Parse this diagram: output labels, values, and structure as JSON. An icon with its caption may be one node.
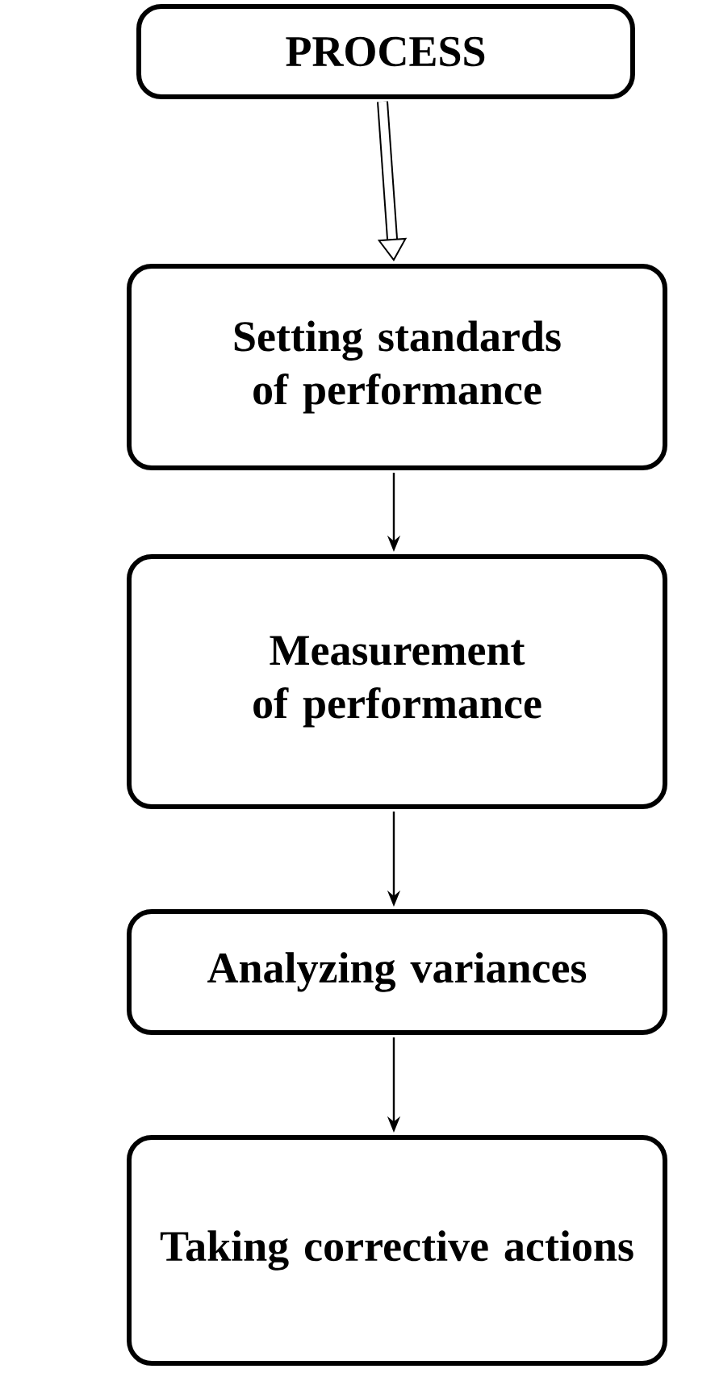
{
  "diagram": {
    "nodes": [
      {
        "text": [
          "PROCESS"
        ]
      },
      {
        "text": [
          "Setting standards of performance"
        ]
      },
      {
        "text": [
          "Measurement of performance"
        ]
      },
      {
        "text": [
          "Analyzing variances"
        ]
      },
      {
        "text": [
          "Taking corrective actions"
        ]
      }
    ],
    "edges": [
      {
        "from": 0,
        "to": 1,
        "arrow": "to",
        "style": "thick"
      },
      {
        "from": 1,
        "to": 2,
        "arrow": "to"
      },
      {
        "from": 2,
        "to": 3,
        "arrow": "to"
      },
      {
        "from": 3,
        "to": 4,
        "arrow": "to"
      }
    ]
  }
}
